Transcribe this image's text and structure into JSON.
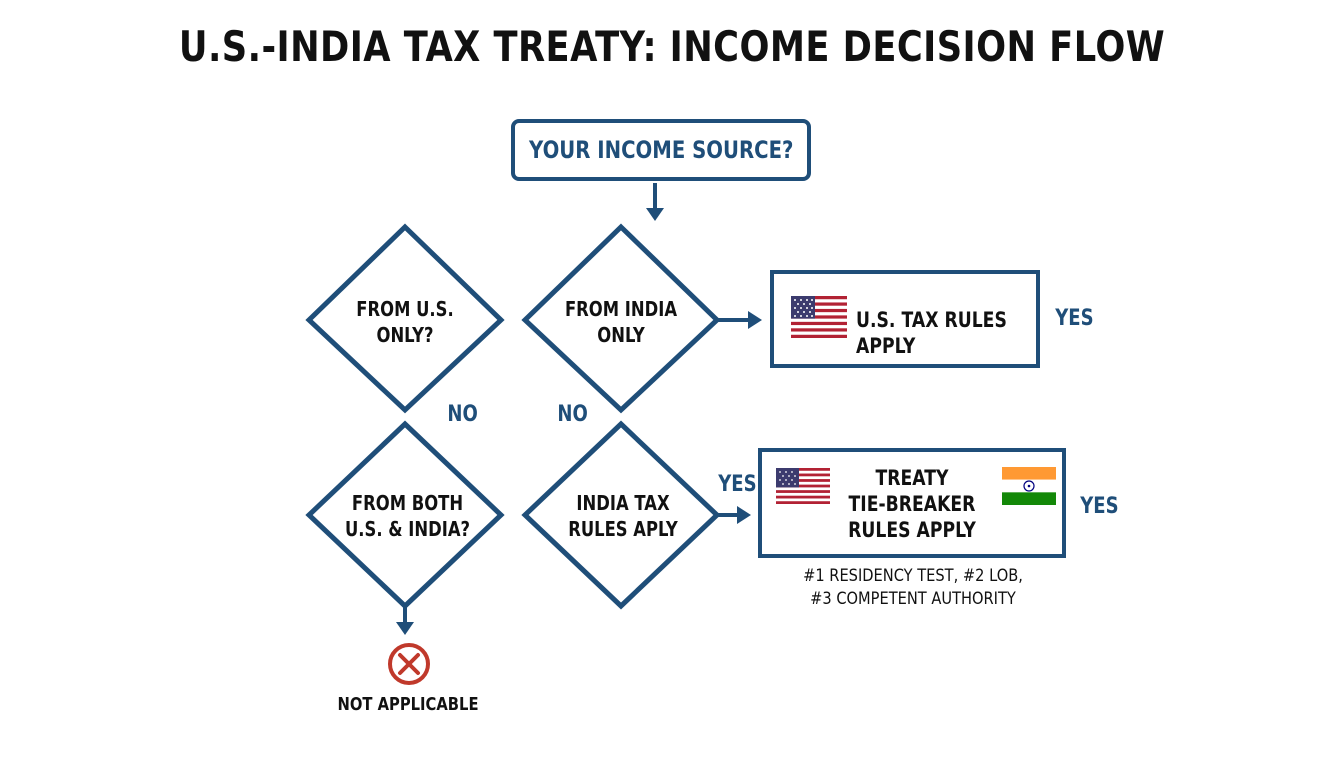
{
  "title": "U.S.-INDIA TAX TREATY: INCOME DECISION FLOW",
  "start": {
    "label": "YOUR INCOME SOURCE?"
  },
  "decisions": {
    "us_only": {
      "line1": "FROM U.S.",
      "line2": "ONLY?"
    },
    "india_only": {
      "line1": "FROM INDIA",
      "line2": "ONLY"
    },
    "both": {
      "line1": "FROM BOTH",
      "line2": "U.S. & INDIA?"
    },
    "india_rules": {
      "line1": "INDIA TAX",
      "line2": "RULES APLY"
    }
  },
  "outcomes": {
    "us_rules": {
      "line1": "U.S. TAX RULES",
      "line2": "APPLY",
      "flag_icon": "us-flag-icon"
    },
    "treaty": {
      "line1": "TREATY",
      "line2": "TIE-BREAKER",
      "line3": "RULES APPLY",
      "left_flag_icon": "us-flag-icon",
      "right_flag_icon": "india-flag-icon",
      "note_line1": "#1 RESIDENCY TEST, #2 LOB,",
      "note_line2": "#3 COMPETENT AUTHORITY"
    },
    "not_applicable": {
      "label": "NOT APPLICABLE",
      "icon": "x-circle-icon"
    }
  },
  "edge_labels": {
    "no_left": "NO",
    "no_right": "NO",
    "yes_us_rules": "YES",
    "yes_into_treaty": "YES",
    "yes_treaty_right": "YES"
  },
  "colors": {
    "primary": "#1f4e79",
    "text": "#111111",
    "not_applicable": "#c0392b",
    "saffron": "#ff9933",
    "india_green": "#138808",
    "us_red": "#b22234",
    "us_blue": "#3c3b6e"
  }
}
